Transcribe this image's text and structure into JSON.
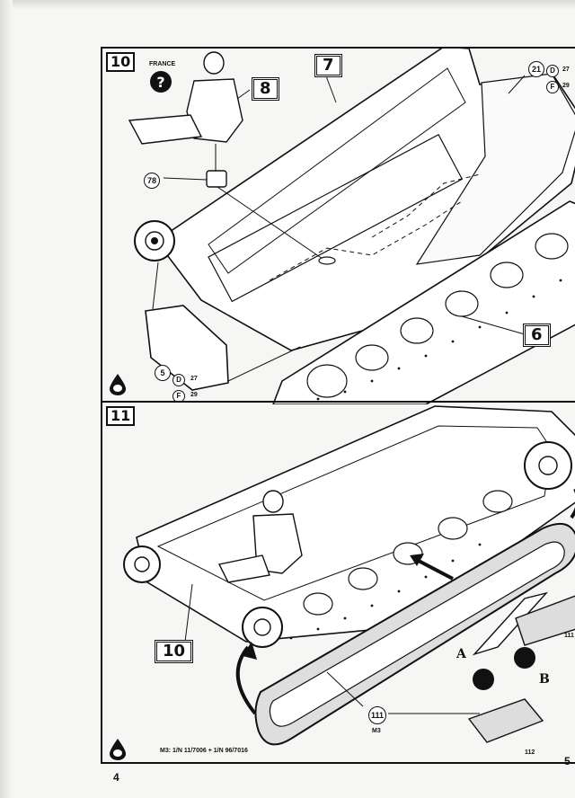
{
  "steps": {
    "step10": {
      "number": "10",
      "country_label": "FRANCE",
      "parts": {
        "hull_top": "7",
        "figure": "8",
        "hull_lower": "6"
      },
      "callouts": {
        "seat": "78",
        "rear_plate": "21",
        "side_plate": "5",
        "d": "D",
        "f": "F",
        "d_value_top": "27",
        "f_value_top": "29",
        "d_value_bottom": "27",
        "f_value_bottom": "29"
      }
    },
    "step11": {
      "number": "11",
      "parts": {
        "assembly_ref": "10",
        "track": "111",
        "track_code": "M3",
        "track_link": "112",
        "link_a": "A",
        "link_b": "B",
        "link_top_partial": "111"
      },
      "paint_note": "M3: 1/N 11/7006 + 1/N 96/7016"
    }
  },
  "footer": {
    "page_left": "4",
    "page_right": "5"
  },
  "icons": {
    "step10_glue": "drop-icon",
    "step11_glue": "drop-icon",
    "figure_query": "question-icon"
  }
}
